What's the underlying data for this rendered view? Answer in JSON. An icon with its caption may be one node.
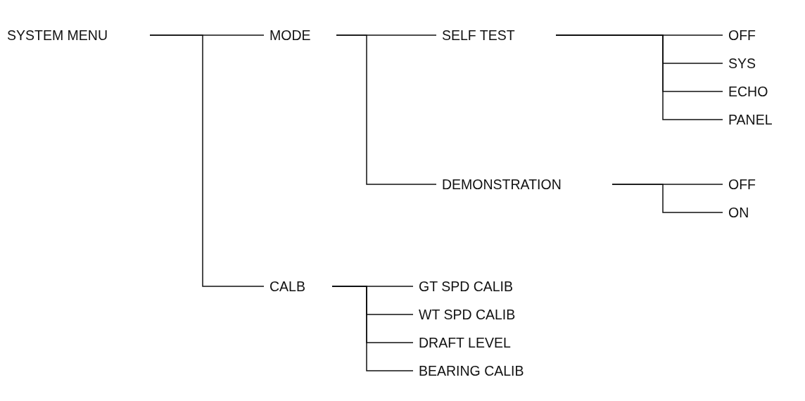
{
  "diagram": {
    "nodes": [
      {
        "text": [
          "SYSTEM MENU"
        ]
      },
      {
        "text": [
          "MODE"
        ]
      },
      {
        "text": [
          "SELF TEST"
        ]
      },
      {
        "text": [
          "OFF"
        ]
      },
      {
        "text": [
          "SYS"
        ]
      },
      {
        "text": [
          "ECHO"
        ]
      },
      {
        "text": [
          "PANEL"
        ]
      },
      {
        "text": [
          "DEMONSTRATION"
        ]
      },
      {
        "text": [
          "OFF"
        ]
      },
      {
        "text": [
          "ON"
        ]
      },
      {
        "text": [
          "CALB"
        ]
      },
      {
        "text": [
          "GT SPD CALIB"
        ]
      },
      {
        "text": [
          "WT SPD CALIB"
        ]
      },
      {
        "text": [
          "DRAFT LEVEL"
        ]
      },
      {
        "text": [
          "BEARING CALIB"
        ]
      }
    ],
    "edges": [
      {
        "from": 0,
        "to": 1,
        "arrow": "none"
      },
      {
        "from": 0,
        "to": 10,
        "arrow": "none"
      },
      {
        "from": 1,
        "to": 2,
        "arrow": "none"
      },
      {
        "from": 1,
        "to": 7,
        "arrow": "none"
      },
      {
        "from": 2,
        "to": 3,
        "arrow": "none"
      },
      {
        "from": 2,
        "to": 4,
        "arrow": "none"
      },
      {
        "from": 2,
        "to": 5,
        "arrow": "none"
      },
      {
        "from": 2,
        "to": 6,
        "arrow": "none"
      },
      {
        "from": 7,
        "to": 8,
        "arrow": "none"
      },
      {
        "from": 7,
        "to": 9,
        "arrow": "none"
      },
      {
        "from": 10,
        "to": 11,
        "arrow": "none"
      },
      {
        "from": 10,
        "to": 12,
        "arrow": "none"
      },
      {
        "from": 10,
        "to": 13,
        "arrow": "none"
      },
      {
        "from": 10,
        "to": 14,
        "arrow": "none"
      }
    ]
  }
}
